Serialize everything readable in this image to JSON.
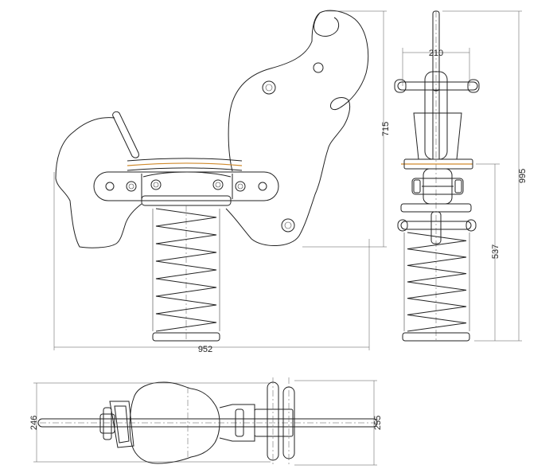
{
  "dimensions": {
    "side_width": "952",
    "side_height": "715",
    "front_width": "210",
    "front_total_height": "995",
    "front_spring_height": "537",
    "top_width_left": "246",
    "top_width_right": "255"
  },
  "colors": {
    "line": "#222222",
    "seat_highlight": "#d08a2c",
    "background": "#ffffff"
  }
}
